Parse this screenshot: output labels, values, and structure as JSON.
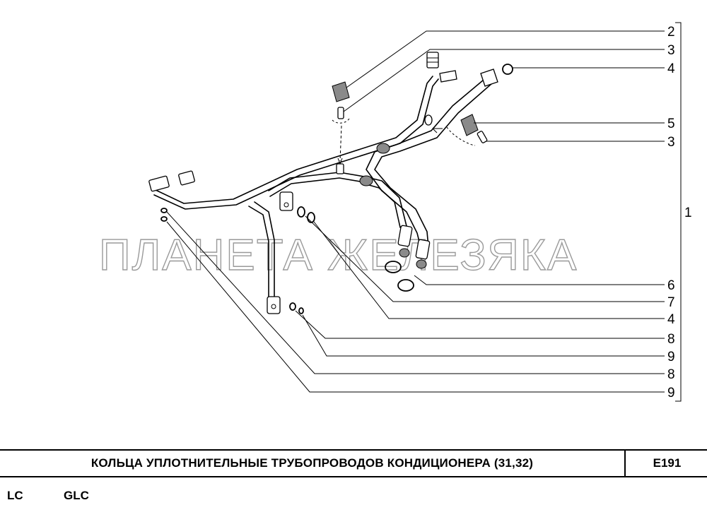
{
  "diagram": {
    "watermark": "ПЛАНЕТА ЖЕЛЕЗЯКА",
    "group_label": "1",
    "callouts": [
      "2",
      "3",
      "4",
      "5",
      "3",
      "6",
      "7",
      "4",
      "8",
      "9",
      "8",
      "9"
    ]
  },
  "title_block": {
    "title": "КОЛЬЦА  УПЛОТНИТЕЛЬНЫЕ  ТРУБОПРОВОДОВ  КОНДИЦИОНЕРА (31,32)",
    "code": "E191"
  },
  "models": [
    "LC",
    "GLC"
  ]
}
